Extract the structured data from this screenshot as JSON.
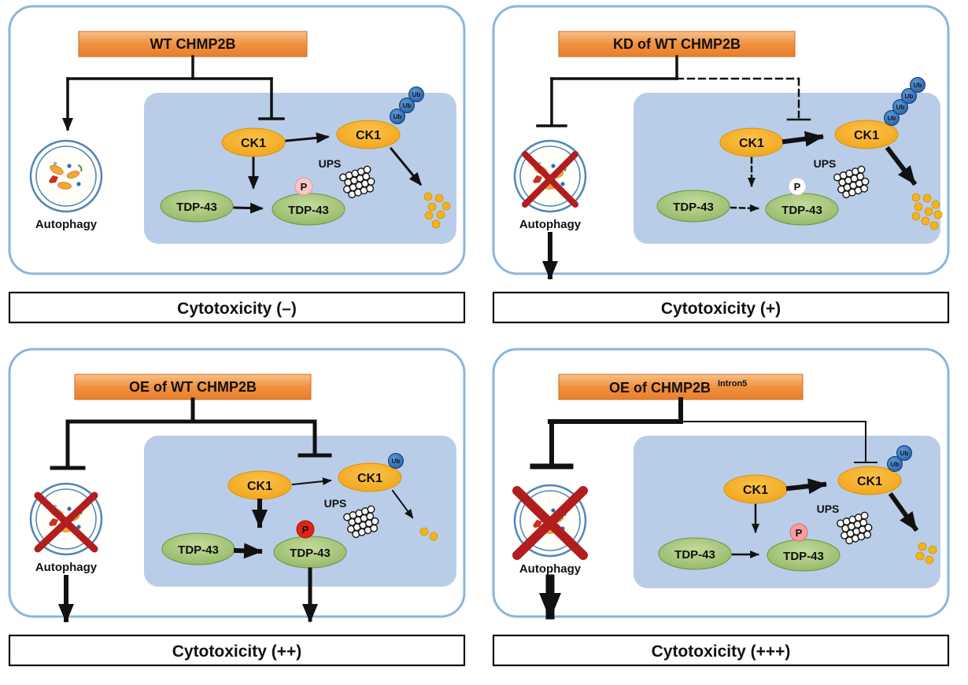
{
  "labels": {
    "autophagy": "Autophagy",
    "ck1": "CK1",
    "ups": "UPS",
    "ub": "Ub",
    "tdp43": "TDP-43",
    "p": "P"
  },
  "panels": [
    {
      "title": "WT CHMP2B",
      "title_sup": "",
      "cytotoxicity": "Cytotoxicity (–)"
    },
    {
      "title": "KD of WT CHMP2B",
      "title_sup": "",
      "cytotoxicity": "Cytotoxicity (+)"
    },
    {
      "title": "OE of WT CHMP2B",
      "title_sup": "",
      "cytotoxicity": "Cytotoxicity (++)"
    },
    {
      "title": "OE of CHMP2B",
      "title_sup": "Intron5",
      "cytotoxicity": "Cytotoxicity (+++)"
    }
  ],
  "colors": {
    "title_orange": "#ef8a38",
    "cell_border_blue": "#8ab6dc",
    "cytoplasm_blue": "#b9cde8",
    "ck1_orange": "#f3a312",
    "tdp43_green": "#94b763",
    "ub_blue": "#1f5fae",
    "degradation_dot_yellow": "#f2b31c",
    "phospho_pink": "#f8c8c8",
    "phospho_white": "#ffffff",
    "phospho_red": "#e02417",
    "cross_red": "#b21d1d"
  }
}
